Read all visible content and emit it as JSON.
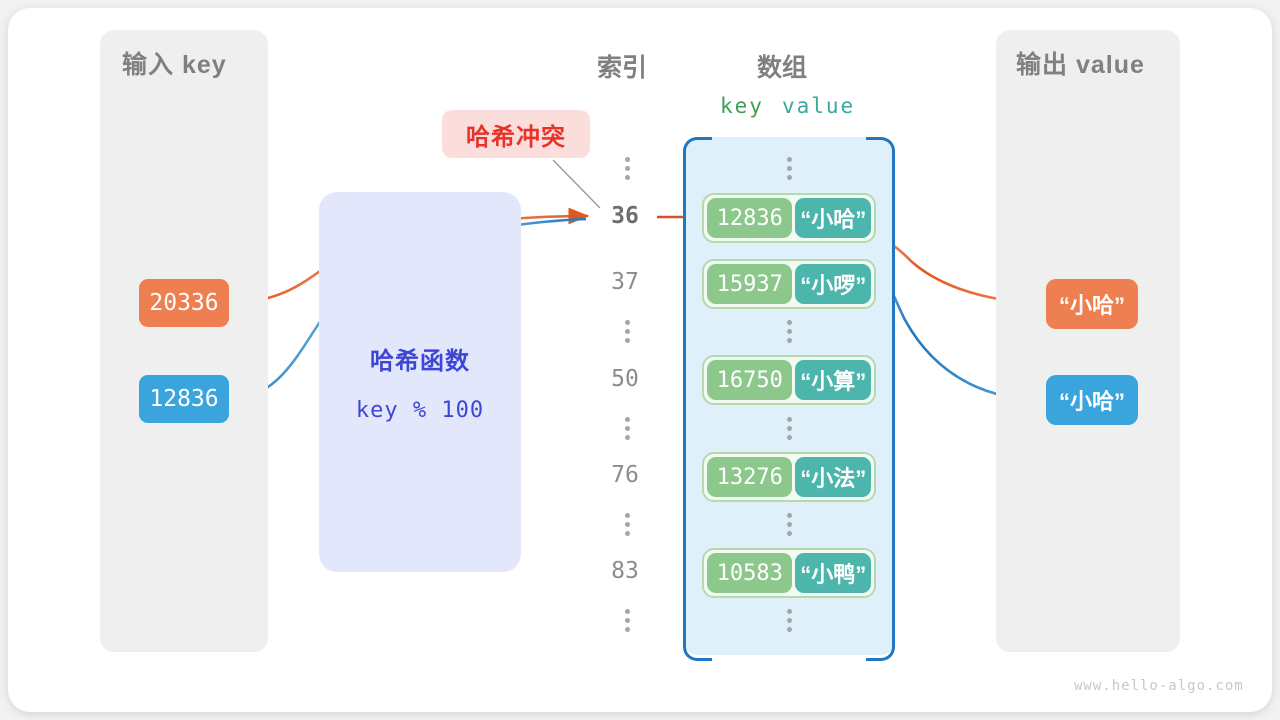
{
  "panels": {
    "input": {
      "title": "输入 key"
    },
    "output": {
      "title": "输出 value"
    }
  },
  "headers": {
    "index": "索引",
    "array": "数组",
    "key": "key",
    "value": "value"
  },
  "input_keys": [
    {
      "label": "20336",
      "color": "#ee7f50"
    },
    {
      "label": "12836",
      "color": "#39a5dc"
    }
  ],
  "hash_function": {
    "title": "哈希函数",
    "formula": "key % 100",
    "color": "#3f46d6",
    "background": "#e2e7fb"
  },
  "collision_badge": {
    "label": "哈希冲突",
    "text_color": "#e8322a",
    "background": "#fbdedc"
  },
  "array": {
    "slots": [
      {
        "index": "",
        "ellipsis": true
      },
      {
        "index": "36",
        "key": "12836",
        "value": "“小哈”",
        "highlight": true
      },
      {
        "index": "37",
        "key": "15937",
        "value": "“小啰”",
        "highlight": false
      },
      {
        "index": "",
        "ellipsis": true
      },
      {
        "index": "50",
        "key": "16750",
        "value": "“小算”",
        "highlight": false
      },
      {
        "index": "",
        "ellipsis": true
      },
      {
        "index": "76",
        "key": "13276",
        "value": "“小法”",
        "highlight": false
      },
      {
        "index": "",
        "ellipsis": true
      },
      {
        "index": "83",
        "key": "10583",
        "value": "“小鸭”",
        "highlight": false
      },
      {
        "index": "",
        "ellipsis": true
      }
    ],
    "key_color": "#8cc88c",
    "value_color": "#4db6ac",
    "bracket_color": "#1f78c1",
    "fill_color": "#e0f0fa"
  },
  "outputs": [
    {
      "label": "“小哈”",
      "color": "#ee7f50"
    },
    {
      "label": "“小哈”",
      "color": "#39a5dc"
    }
  ],
  "watermark": "www.hello-algo.com"
}
